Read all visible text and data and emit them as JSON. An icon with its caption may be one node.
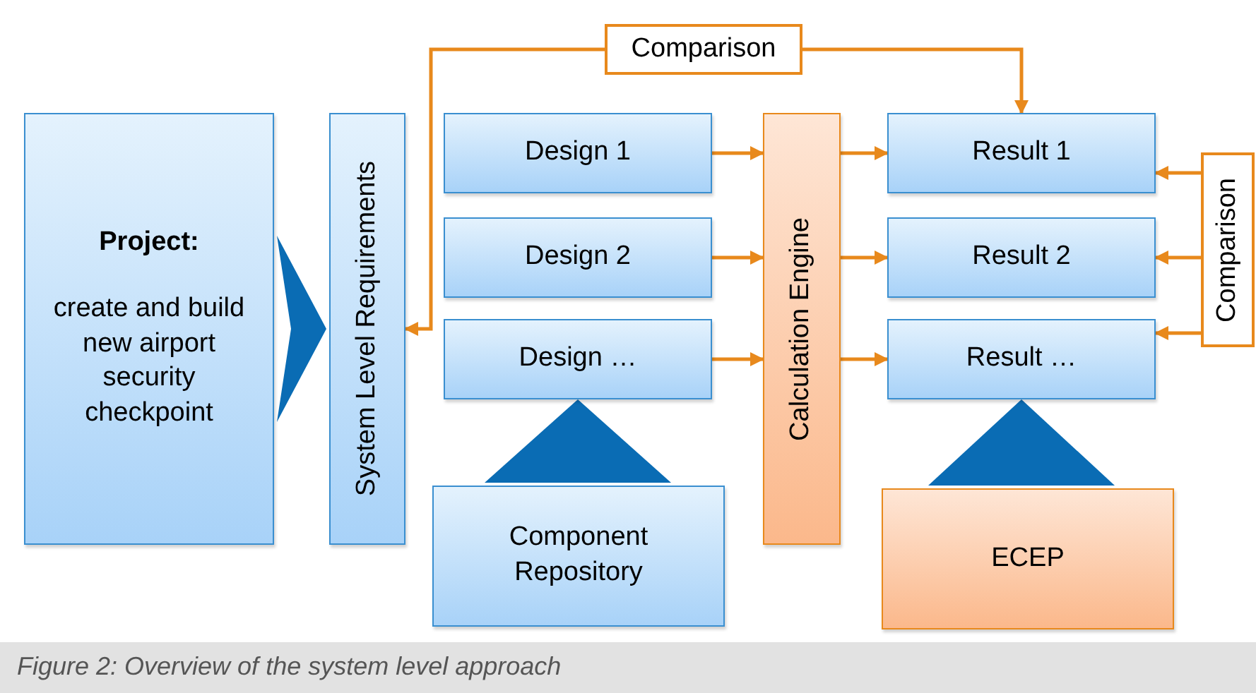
{
  "diagram": {
    "caption": "Figure 2: Overview of the system level approach",
    "nodes": [
      {
        "text": [
          "Project:",
          "create and build new airport security checkpoint"
        ]
      },
      {
        "text": [
          "System Level Requirements"
        ]
      },
      {
        "text": [
          "Design 1"
        ]
      },
      {
        "text": [
          "Design 2"
        ]
      },
      {
        "text": [
          "Design …"
        ]
      },
      {
        "text": [
          "Calculation Engine"
        ]
      },
      {
        "text": [
          "Result 1"
        ]
      },
      {
        "text": [
          "Result 2"
        ]
      },
      {
        "text": [
          "Result …"
        ]
      },
      {
        "text": [
          "Component Repository"
        ]
      },
      {
        "text": [
          "ECEP"
        ]
      },
      {
        "text": [
          "Comparison"
        ]
      },
      {
        "text": [
          "Comparison"
        ]
      }
    ],
    "edges": [
      {
        "from": 0,
        "to": 1,
        "arrow": "to",
        "style": "thick",
        "color": "#0a6cb4"
      },
      {
        "from": 11,
        "to": 1,
        "arrow": "to"
      },
      {
        "from": 11,
        "to": 6,
        "arrow": "to"
      },
      {
        "from": 2,
        "to": 5,
        "arrow": "to"
      },
      {
        "from": 3,
        "to": 5,
        "arrow": "to"
      },
      {
        "from": 4,
        "to": 5,
        "arrow": "to"
      },
      {
        "from": 5,
        "to": 6,
        "arrow": "to"
      },
      {
        "from": 5,
        "to": 7,
        "arrow": "to"
      },
      {
        "from": 5,
        "to": 8,
        "arrow": "to"
      },
      {
        "from": 12,
        "to": 6,
        "arrow": "to"
      },
      {
        "from": 12,
        "to": 7,
        "arrow": "to"
      },
      {
        "from": 12,
        "to": 8,
        "arrow": "to"
      },
      {
        "from": 9,
        "to": 4,
        "arrow": "to",
        "style": "thick",
        "color": "#0a6cb4"
      },
      {
        "from": 10,
        "to": 8,
        "arrow": "to",
        "style": "thick",
        "color": "#0a6cb4"
      }
    ]
  }
}
